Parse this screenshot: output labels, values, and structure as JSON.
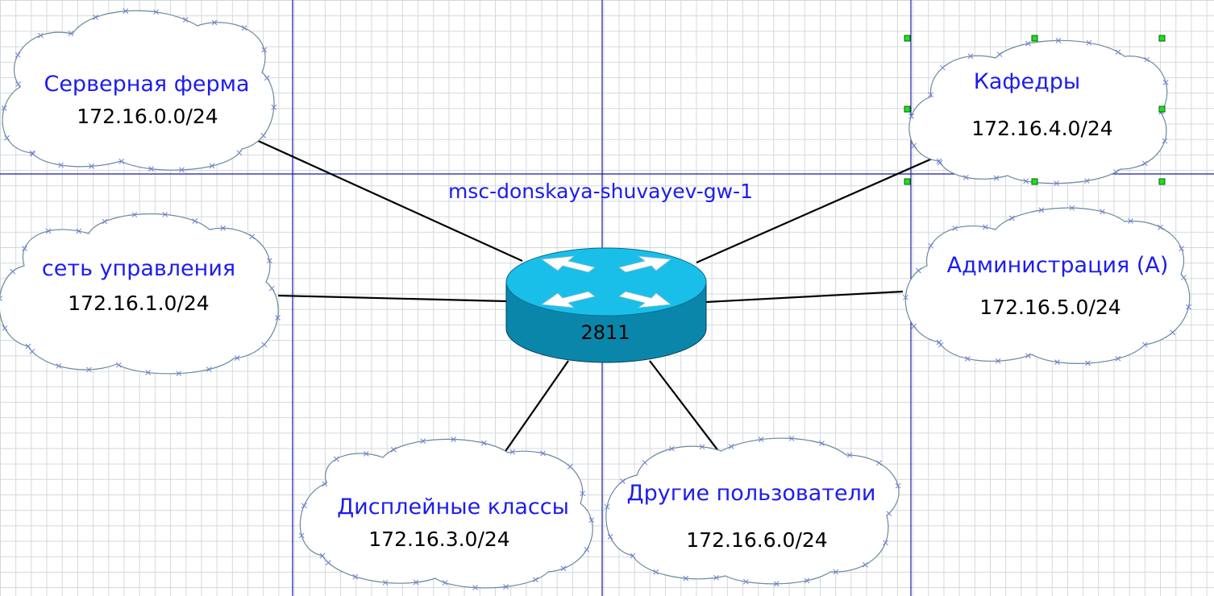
{
  "router": {
    "hostname": "msc-donskaya-shuvayev-gw-1",
    "model": "2811",
    "icon": "router-icon"
  },
  "networks": [
    {
      "id": "server-farm",
      "name": "Серверная ферма",
      "subnet": "172.16.0.0/24"
    },
    {
      "id": "management",
      "name": "сеть управления",
      "subnet": "172.16.1.0/24"
    },
    {
      "id": "display-classes",
      "name": "Дисплейные классы",
      "subnet": "172.16.3.0/24"
    },
    {
      "id": "other-users",
      "name": "Другие пользователи",
      "subnet": "172.16.6.0/24"
    },
    {
      "id": "departments",
      "name": "Кафедры",
      "subnet": "172.16.4.0/24"
    },
    {
      "id": "administration",
      "name": "Администрация (А)",
      "subnet": "172.16.5.0/24"
    }
  ],
  "selected_network": "departments",
  "colors": {
    "label": "#1c1cf0",
    "router_top": "#19bfe8",
    "router_side": "#0b86ab",
    "guide": "#1a1aa0",
    "grid": "#d4d8dc",
    "selection_handle": "#22dd22"
  }
}
